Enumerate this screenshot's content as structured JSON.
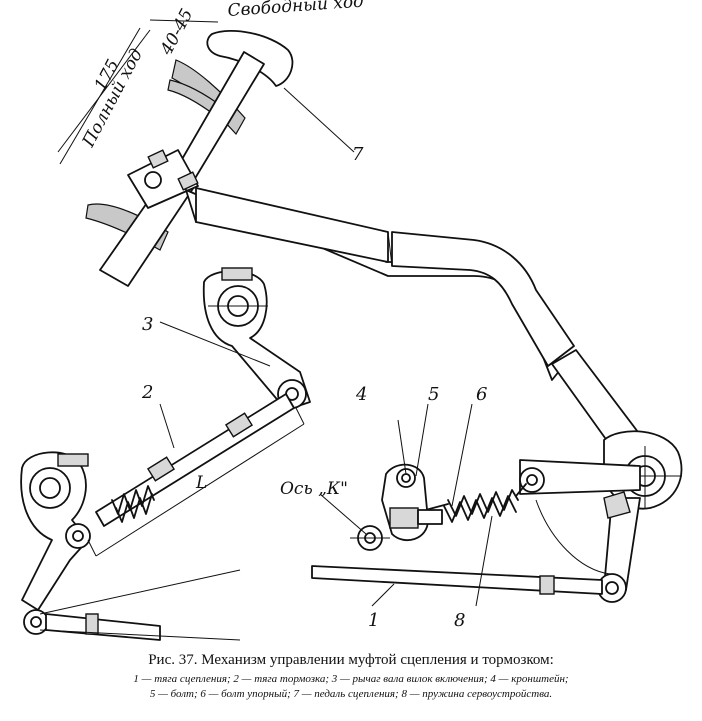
{
  "diagram": {
    "free_travel_label": "Свободный ход",
    "free_travel_value": "40-45",
    "full_travel_value": "175",
    "full_travel_label": "Полный ход",
    "axis_label": "Ось „К\"",
    "dim_L": "L",
    "callouts": [
      "1",
      "2",
      "3",
      "4",
      "5",
      "6",
      "7",
      "8"
    ]
  },
  "caption": {
    "title": "Рис. 37. Механизм управлении муфтой сцепления и тормозком:",
    "legend_line1": "1 — тяга сцепления; 2 — тяга тормозка; 3 — рычаг вала вилок включения; 4 — кронштейн;",
    "legend_line2": "5 — болт; 6 — болт упорный; 7 — педаль сцепления; 8 — пружина сервоустройства."
  }
}
